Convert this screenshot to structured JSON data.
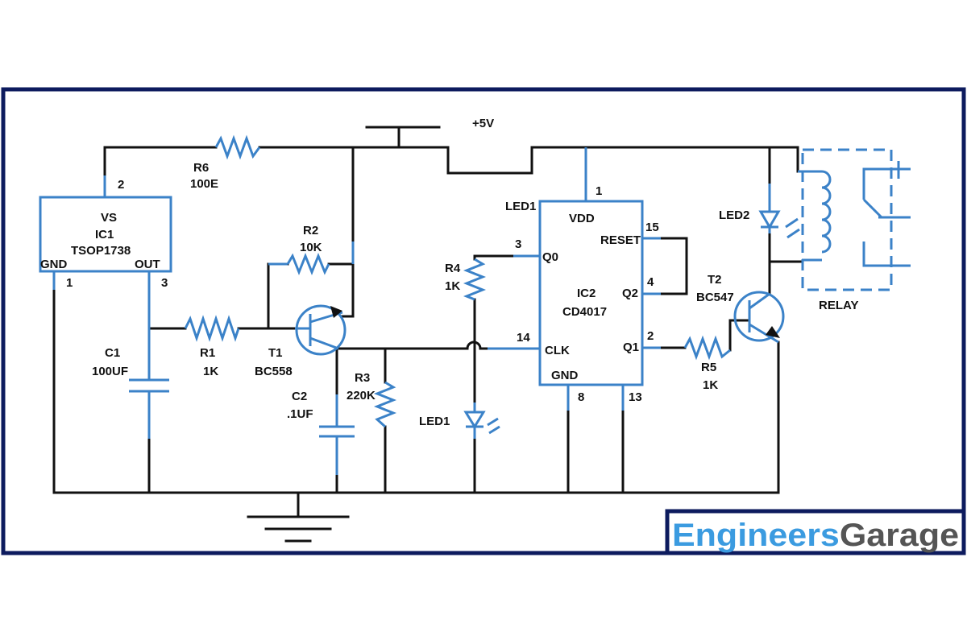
{
  "supply_label": "+5V",
  "ic1": {
    "ref": "IC1",
    "part": "TSOP1738",
    "pin_vs": "VS",
    "pin_gnd": "GND",
    "pin_out": "OUT",
    "pin2": "2",
    "pin1": "1",
    "pin3": "3"
  },
  "ic2": {
    "ref": "IC2",
    "part": "CD4017",
    "pin_vdd": "VDD",
    "pin_reset": "RESET",
    "pin_q0": "Q0",
    "pin_q2": "Q2",
    "pin_clk": "CLK",
    "pin_q1": "Q1",
    "pin_gnd": "GND",
    "n1": "1",
    "n15": "15",
    "n3": "3",
    "n4": "4",
    "n14": "14",
    "n2": "2",
    "n8": "8",
    "n13": "13",
    "led_label": "LED1"
  },
  "r6": {
    "ref": "R6",
    "value": "100E"
  },
  "r2": {
    "ref": "R2",
    "value": "10K"
  },
  "r1": {
    "ref": "R1",
    "value": "1K"
  },
  "r3": {
    "ref": "R3",
    "value": "220K"
  },
  "r4": {
    "ref": "R4",
    "value": "1K"
  },
  "r5": {
    "ref": "R5",
    "value": "1K"
  },
  "c1": {
    "ref": "C1",
    "value": "100UF"
  },
  "c2": {
    "ref": "C2",
    "value": ".1UF"
  },
  "t1": {
    "ref": "T1",
    "part": "BC558"
  },
  "t2": {
    "ref": "T2",
    "part": "BC547"
  },
  "led1": "LED1",
  "led2": "LED2",
  "relay": "RELAY",
  "logo": {
    "part1": "Engineers",
    "part2": "Garage",
    "color1": "#3b9be0",
    "color2": "#555555"
  },
  "colors": {
    "frame": "#0d1b5e",
    "wire": "#111111",
    "component": "#3b82c8"
  }
}
